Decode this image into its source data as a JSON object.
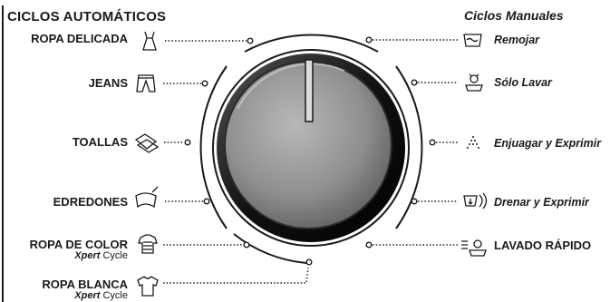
{
  "headings": {
    "automatic": "CICLOS AUTOMÁTICOS",
    "manual": "Ciclos Manuales"
  },
  "automatic_cycles": [
    {
      "label": "ROPA DELICADA",
      "icon": "dress-icon"
    },
    {
      "label": "JEANS",
      "icon": "jeans-icon"
    },
    {
      "label": "TOALLAS",
      "icon": "towels-icon"
    },
    {
      "label": "EDREDONES",
      "icon": "comforter-icon"
    },
    {
      "label": "ROPA DE COLOR",
      "sub_brand": "Xpert",
      "sub_word": "Cycle",
      "icon": "striped-shirt-icon"
    },
    {
      "label": "ROPA BLANCA",
      "sub_brand": "Xpert",
      "sub_word": "Cycle",
      "icon": "shirt-icon"
    }
  ],
  "manual_cycles": [
    {
      "label": "Remojar",
      "icon": "soak-tub-icon"
    },
    {
      "label": "Sólo Lavar",
      "icon": "wash-only-icon"
    },
    {
      "label": "Enjuagar y Exprimir",
      "icon": "rinse-spray-icon"
    },
    {
      "label": "Drenar y Exprimir",
      "icon": "drain-spin-icon"
    },
    {
      "label": "LAVADO RÁPIDO",
      "icon": "quick-wash-icon"
    }
  ],
  "colors": {
    "ink": "#1a1a1a",
    "knob_dark": "#111111",
    "knob_face": "#8f8f8f",
    "pointer": "#dcdcdc"
  }
}
